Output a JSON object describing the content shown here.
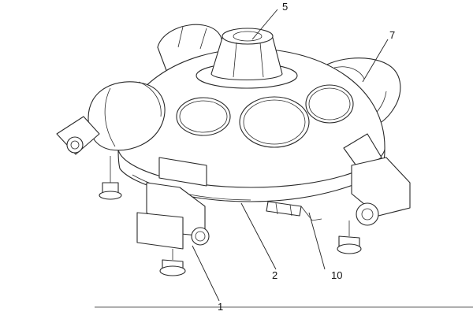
{
  "figure": {
    "callouts": {
      "c1": "1",
      "c2": "2",
      "c5": "5",
      "c7": "7",
      "c10": "10"
    },
    "line_color": "#2a2a2a",
    "background": "#ffffff"
  }
}
